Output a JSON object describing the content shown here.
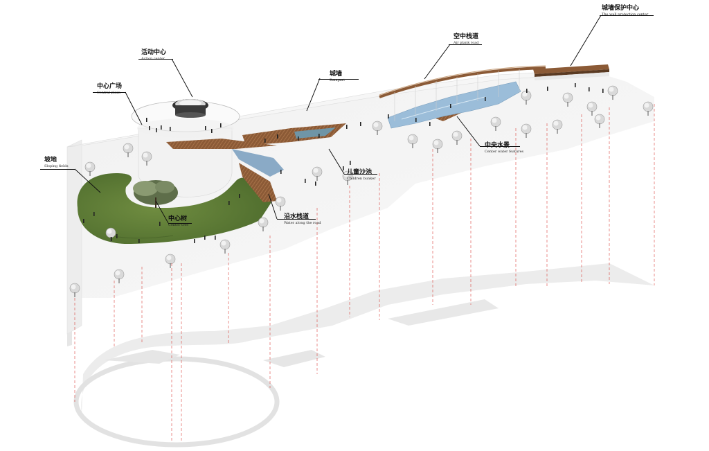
{
  "labels": {
    "wall_protection": {
      "cn": "城墙保护中心",
      "en": "The wall protection center"
    },
    "air_plank": {
      "cn": "空中栈道",
      "en": "Air plank road"
    },
    "action_center": {
      "cn": "活动中心",
      "en": "Action center"
    },
    "rampart": {
      "cn": "城墙",
      "en": "Rampart"
    },
    "central_plaza": {
      "cn": "中心广场",
      "en": "Central plaza"
    },
    "center_water": {
      "cn": "中央水景",
      "en": "Center water features"
    },
    "sloping_fields": {
      "cn": "坡地",
      "en": "Sloping fields"
    },
    "children_bunker": {
      "cn": "儿童沙池",
      "en": "Children bunker"
    },
    "center_tree": {
      "cn": "中心树",
      "en": "Center tree"
    },
    "water_road": {
      "cn": "沿水栈道",
      "en": "Water along the road"
    }
  },
  "colors": {
    "lawn": "#5d7a34",
    "deck": "#8b5a36",
    "water": "#8fb6d4",
    "shadow": "#e4e4e4",
    "ground": "#f4f4f4",
    "dash": "#d9403a"
  }
}
